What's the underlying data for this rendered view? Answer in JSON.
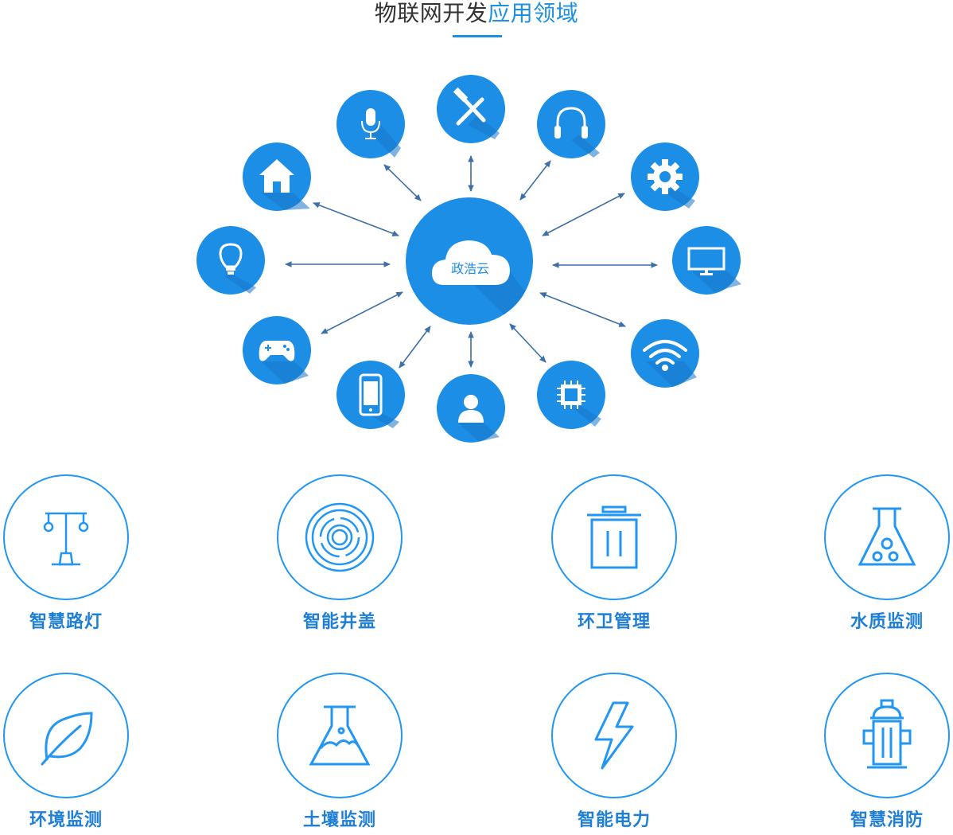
{
  "header": {
    "title_part1": "物联网开发",
    "title_part2": "应用领域"
  },
  "hub": {
    "center_label": "政浩云",
    "nodes": [
      {
        "icon": "microphone-icon"
      },
      {
        "icon": "tools-icon"
      },
      {
        "icon": "headphones-icon"
      },
      {
        "icon": "home-icon"
      },
      {
        "icon": "gear-icon"
      },
      {
        "icon": "lightbulb-icon"
      },
      {
        "icon": "monitor-icon"
      },
      {
        "icon": "gamepad-icon"
      },
      {
        "icon": "wifi-icon"
      },
      {
        "icon": "smartphone-icon"
      },
      {
        "icon": "user-icon"
      },
      {
        "icon": "chip-icon"
      }
    ]
  },
  "applications": [
    {
      "label": "智慧路灯",
      "icon": "street-light-icon"
    },
    {
      "label": "智能井盖",
      "icon": "manhole-cover-icon"
    },
    {
      "label": "环卫管理",
      "icon": "trash-bin-icon"
    },
    {
      "label": "水质监测",
      "icon": "flask-icon"
    },
    {
      "label": "环境监测",
      "icon": "leaf-icon"
    },
    {
      "label": "土壤监测",
      "icon": "soil-flask-icon"
    },
    {
      "label": "智能电力",
      "icon": "lightning-icon"
    },
    {
      "label": "智慧消防",
      "icon": "fire-hydrant-icon"
    }
  ],
  "colors": {
    "brand_blue": "#1e90e0",
    "node_blue": "#1d8ee6",
    "outline_blue": "#2196f3",
    "label_blue": "#1e7fd6"
  }
}
